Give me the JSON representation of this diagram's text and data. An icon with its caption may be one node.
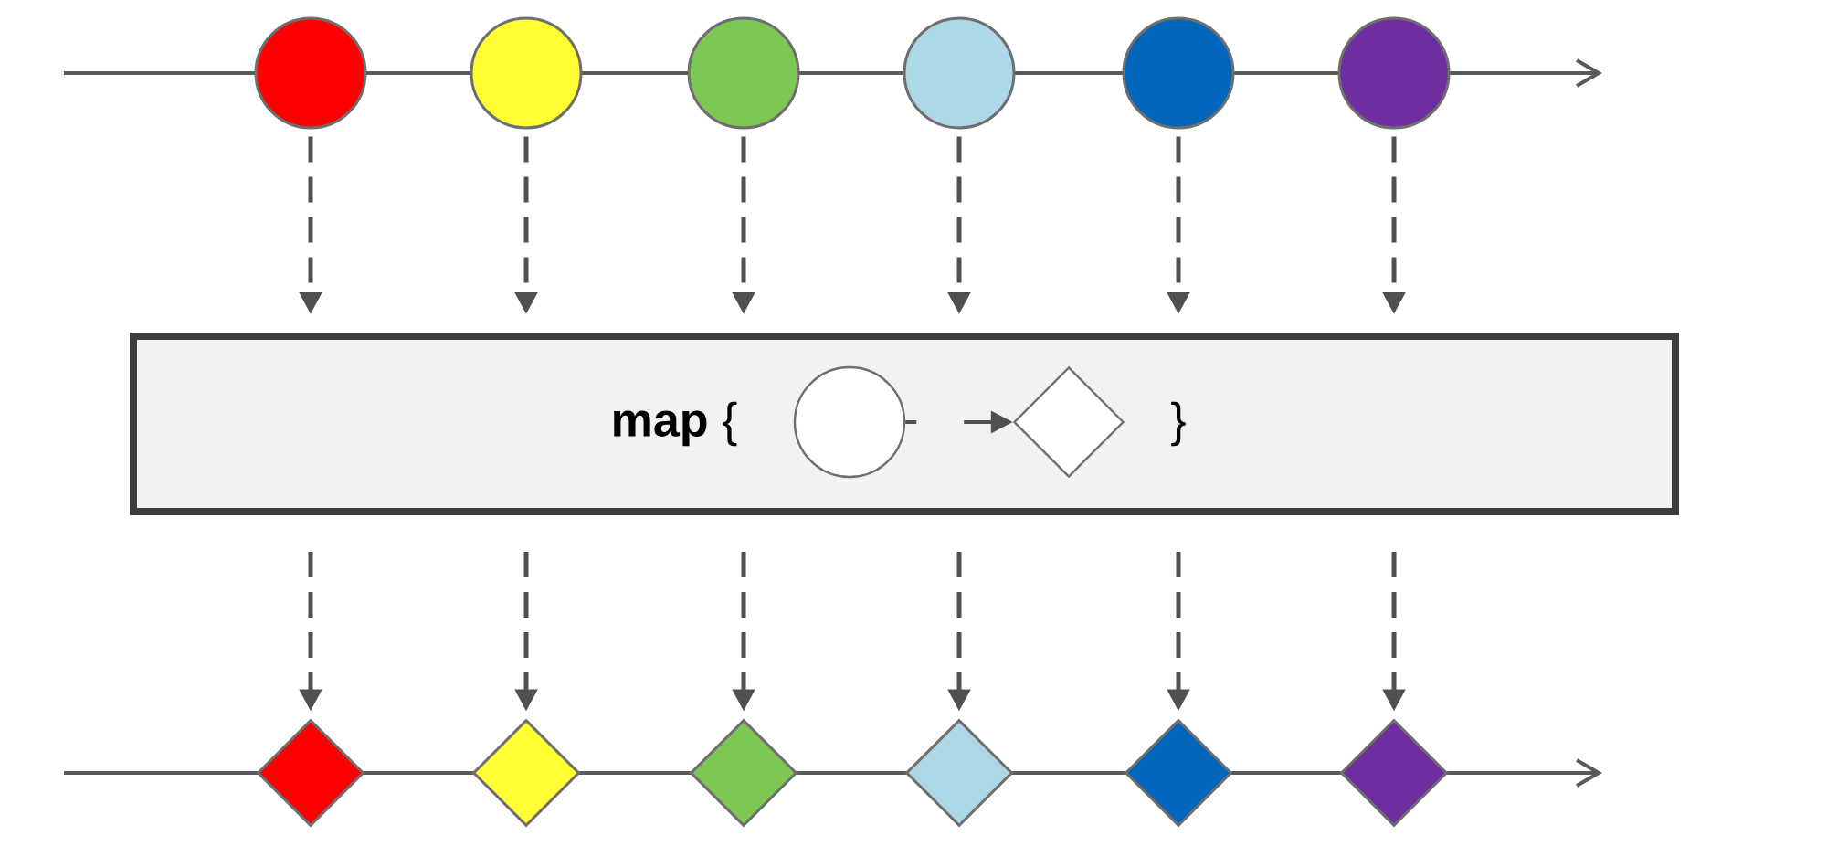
{
  "diagram": {
    "nodes": [
      {
        "text": [],
        "shape": "circle"
      },
      {
        "text": [],
        "shape": "circle"
      },
      {
        "text": [],
        "shape": "circle"
      },
      {
        "text": [],
        "shape": "circle"
      },
      {
        "text": [],
        "shape": "circle"
      },
      {
        "text": [],
        "shape": "circle"
      },
      {
        "text": [
          "**map** {",
          "}"
        ]
      },
      {
        "text": [],
        "shape": "circle",
        "in": 6
      },
      {
        "text": [],
        "shape": "diamond",
        "in": 6
      },
      {
        "text": [],
        "shape": "diamond"
      },
      {
        "text": [],
        "shape": "diamond"
      },
      {
        "text": [],
        "shape": "diamond"
      },
      {
        "text": [],
        "shape": "diamond"
      },
      {
        "text": [],
        "shape": "diamond"
      },
      {
        "text": [],
        "shape": "diamond"
      }
    ],
    "edges": [
      {
        "from": 0,
        "to": 6,
        "arrow": "to",
        "style": "dashed"
      },
      {
        "from": 1,
        "to": 6,
        "arrow": "to",
        "style": "dashed"
      },
      {
        "from": 2,
        "to": 6,
        "arrow": "to",
        "style": "dashed"
      },
      {
        "from": 3,
        "to": 6,
        "arrow": "to",
        "style": "dashed"
      },
      {
        "from": 4,
        "to": 6,
        "arrow": "to",
        "style": "dashed"
      },
      {
        "from": 5,
        "to": 6,
        "arrow": "to",
        "style": "dashed"
      },
      {
        "from": 7,
        "to": 8,
        "arrow": "to",
        "style": "dashed"
      },
      {
        "from": 6,
        "to": 9,
        "arrow": "to",
        "style": "dashed"
      },
      {
        "from": 6,
        "to": 10,
        "arrow": "to",
        "style": "dashed"
      },
      {
        "from": 6,
        "to": 11,
        "arrow": "to",
        "style": "dashed"
      },
      {
        "from": 6,
        "to": 12,
        "arrow": "to",
        "style": "dashed"
      },
      {
        "from": 6,
        "to": 13,
        "arrow": "to",
        "style": "dashed"
      },
      {
        "from": 6,
        "to": 14,
        "arrow": "to",
        "style": "dashed"
      }
    ]
  }
}
